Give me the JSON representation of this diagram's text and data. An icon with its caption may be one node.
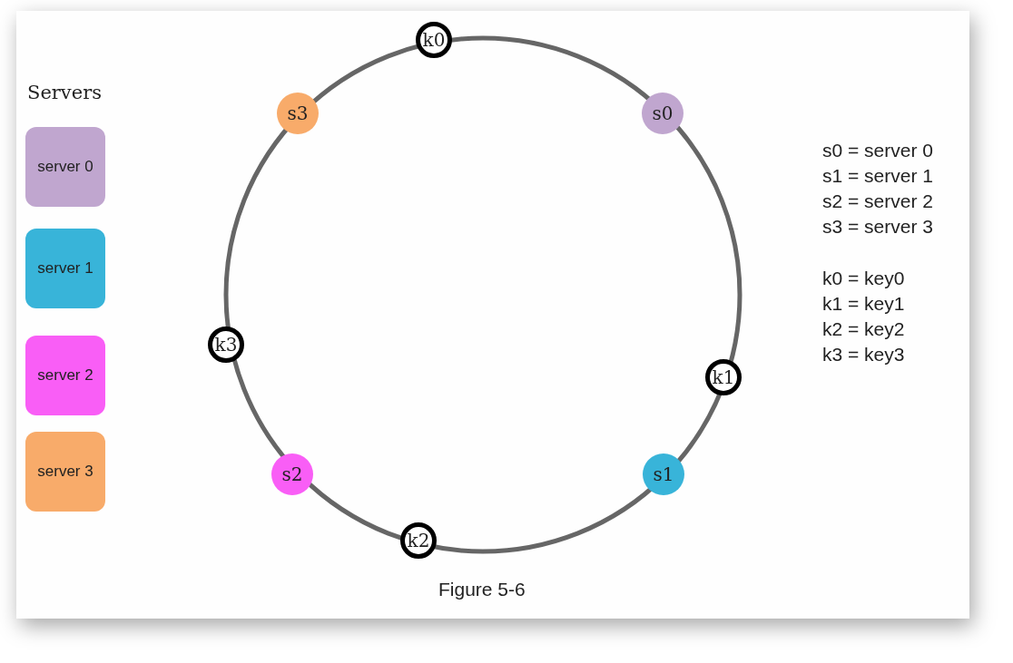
{
  "diagram": {
    "caption": "Figure 5-6",
    "nodes": [
      {
        "text": [
          "server 0"
        ]
      },
      {
        "text": [
          "server 1"
        ]
      },
      {
        "text": [
          "server 2"
        ]
      },
      {
        "text": [
          "server 3"
        ]
      },
      {
        "text": [
          "k0"
        ]
      },
      {
        "text": [
          "s0"
        ]
      },
      {
        "text": [
          "k1"
        ]
      },
      {
        "text": [
          "s1"
        ]
      },
      {
        "text": [
          "k2"
        ]
      },
      {
        "text": [
          "s2"
        ]
      },
      {
        "text": [
          "k3"
        ]
      },
      {
        "text": [
          "s3"
        ]
      }
    ],
    "edges": [],
    "labels": [
      "Servers",
      "s0 = server 0",
      "s1 = server 1",
      "s2 = server 2",
      "s3 = server 3",
      "k0 = key0",
      "k1 = key1",
      "k2 = key2",
      "k3 = key3"
    ]
  }
}
